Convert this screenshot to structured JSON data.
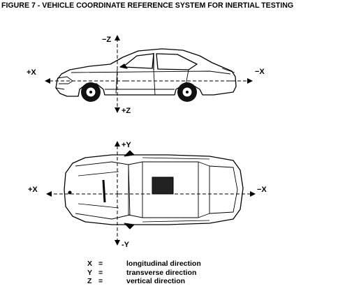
{
  "figure": {
    "title": "FIGURE 7 - VEHICLE COORDINATE REFERENCE SYSTEM FOR INERTIAL TESTING"
  },
  "side_view": {
    "axis_labels": {
      "pos_x": "+X",
      "neg_x": "−X",
      "neg_z": "−Z",
      "pos_z": "+Z"
    }
  },
  "top_view": {
    "axis_labels": {
      "pos_x": "+X",
      "neg_x": "−X",
      "pos_y": "+Y",
      "neg_y": "-Y"
    }
  },
  "legend": [
    {
      "symbol": "X",
      "equals": "=",
      "description": "longitudinal direction"
    },
    {
      "symbol": "Y",
      "equals": "=",
      "description": "transverse direction"
    },
    {
      "symbol": "Z",
      "equals": "=",
      "description": "vertical direction"
    }
  ]
}
